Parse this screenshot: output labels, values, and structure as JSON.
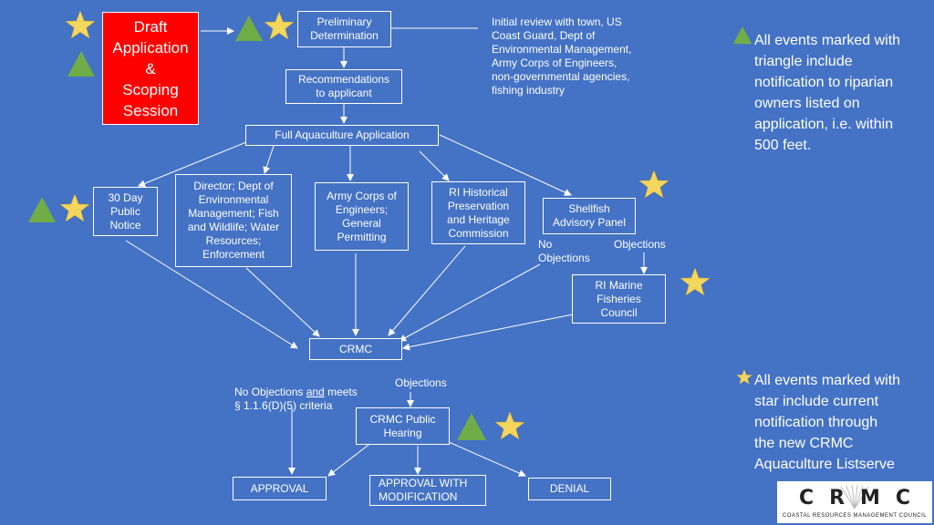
{
  "colors": {
    "background": "#4472C4",
    "draft_box": "#FF0000",
    "star": "#F4D65C",
    "triangle": "#70AD47",
    "line": "#ffffff"
  },
  "nodes": {
    "draft": "Draft\nApplication\n&\nScoping\nSession",
    "preliminary": "Preliminary\nDetermination",
    "recommendations": "Recommendations\nto applicant",
    "full_app": "Full Aquaculture Application",
    "public_notice": "30 Day\nPublic\nNotice",
    "director": "Director; Dept of\nEnvironmental\nManagement; Fish\nand Wildlife; Water\nResources;\nEnforcement",
    "army": "Army Corps of\nEngineers;\nGeneral\nPermitting",
    "ri_historical": "RI Historical\nPreservation\nand Heritage\nCommission",
    "shellfish": "Shellfish\nAdvisory Panel",
    "ri_marine": "RI Marine\nFisheries\nCouncil",
    "crmc": "CRMC",
    "public_hearing": "CRMC Public\nHearing",
    "approval": "APPROVAL",
    "approval_mod": "APPROVAL WITH\nMODIFICATION",
    "denial": "DENIAL"
  },
  "labels": {
    "initial_review": "Initial review with town, US\nCoast Guard, Dept of\nEnvironmental Management,\nArmy Corps of Engineers,\nnon-governmental agencies,\nfishing industry",
    "no_objections_shellfish": "No\nObjections",
    "objections_shellfish": "Objections",
    "no_obj_part1": "No Objections ",
    "no_obj_and": "and",
    "no_obj_part2": " meets",
    "no_obj_criteria": "§ 1.1.6(D)(5) criteria",
    "objections_crmc": "Objections"
  },
  "legend": {
    "triangle_text": "All events marked with\ntriangle include\nnotification to riparian\nowners listed on\napplication, i.e. within\n500 feet.",
    "star_text": "All events marked with\nstar include current\nnotification through\nthe new CRMC\nAquaculture Listserve"
  },
  "logo": {
    "main": "CRMC",
    "sub": "COASTAL RESOURCES MANAGEMENT COUNCIL"
  },
  "icons": {
    "star": "star-icon",
    "triangle": "triangle-icon"
  }
}
